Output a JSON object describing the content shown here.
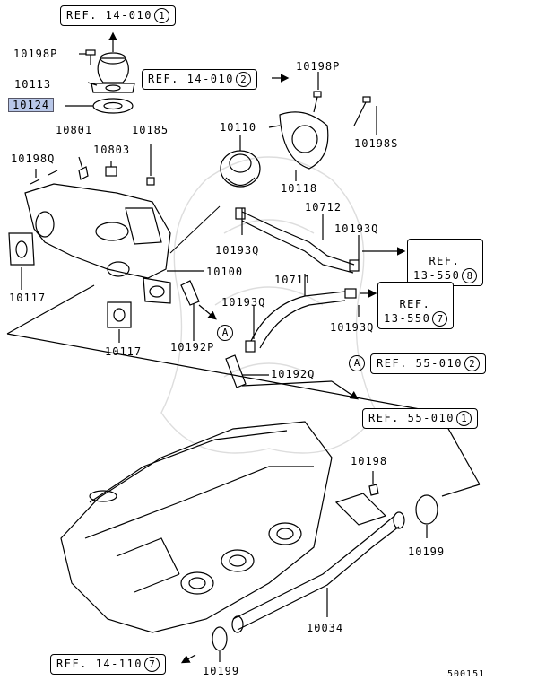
{
  "parts": {
    "p10198P_a": "10198P",
    "p10113": "10113",
    "p10124": "10124",
    "p10801": "10801",
    "p10803": "10803",
    "p10185": "10185",
    "p10198Q": "10198Q",
    "p10117_a": "10117",
    "p10117_b": "10117",
    "p10110": "10110",
    "p10118": "10118",
    "p10198P_b": "10198P",
    "p10198S": "10198S",
    "p10712": "10712",
    "p10193Q_a": "10193Q",
    "p10193Q_b": "10193Q",
    "p10100": "10100",
    "p10711": "10711",
    "p10193Q_c": "10193Q",
    "p10193Q_d": "10193Q",
    "p10192P": "10192P",
    "p10192Q": "10192Q",
    "p10198": "10198",
    "p10199_a": "10199",
    "p10199_b": "10199",
    "p10034": "10034",
    "diagram_id": "500151"
  },
  "refs": {
    "r1_text": "REF. 14-010",
    "r1_num": "1",
    "r2_text": "REF. 14-010",
    "r2_num": "2",
    "r3_text": "REF.\n13-550",
    "r3_num": "8",
    "r4_text": "REF.\n13-550",
    "r4_num": "7",
    "r5_text": "REF. 55-010",
    "r5_num": "2",
    "r6_text": "REF. 55-010",
    "r6_num": "1",
    "r7_text": "REF. 14-110",
    "r7_num": "7"
  },
  "callouts": {
    "a1": "A",
    "a2": "A"
  },
  "colors": {
    "highlight": "#b8c7e8",
    "ink": "#000000"
  }
}
